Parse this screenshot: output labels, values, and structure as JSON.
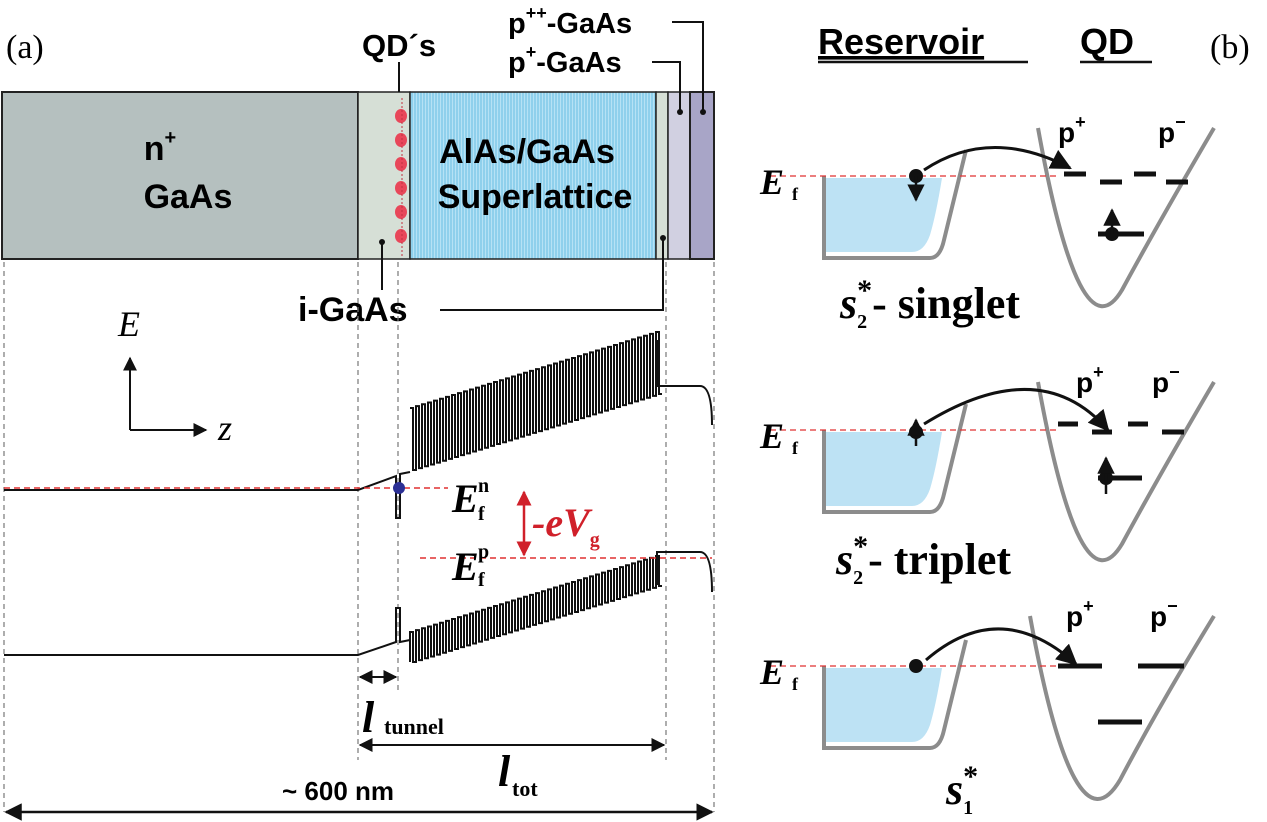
{
  "panel_a": {
    "label": "(a)",
    "layers": {
      "n_gaas_line1": "n",
      "n_gaas_sup": "+",
      "n_gaas_line2": "GaAs",
      "superlattice_line1": "AlAs/GaAs",
      "superlattice_line2": "Superlattice",
      "qds": "QD´s",
      "i_gaas": "i-GaAs",
      "p_plus_p": "p",
      "p_plus_sup": "+",
      "p_plus_rest": "-GaAs",
      "p_pp_p": "p",
      "p_pp_sup": "++",
      "p_pp_rest": "-GaAs"
    },
    "axes": {
      "e": "E",
      "z": "z"
    },
    "band": {
      "ef_n": "E",
      "ef_n_sub": "f",
      "ef_n_sup": "n",
      "ef_p": "E",
      "ef_p_sub": "f",
      "ef_p_sup": "p",
      "voltage_prefix": "-e",
      "voltage_v": "V",
      "voltage_sub": "g"
    },
    "dimensions": {
      "l_tunnel": "l",
      "l_tunnel_sub": "tunnel",
      "l_tot": "l",
      "l_tot_sub": "tot",
      "total": "~ 600 nm"
    }
  },
  "panel_b": {
    "label": "(b)",
    "reservoir": "Reservoir",
    "qd": "QD",
    "ef": "E",
    "ef_sub": "f",
    "p_plus_p": "p",
    "p_plus_sup": "+",
    "p_minus_p": "p",
    "p_minus_sup": "−",
    "states": [
      {
        "s": "s",
        "sub": "2",
        "star": "*",
        "suffix": "- singlet"
      },
      {
        "s": "s",
        "sub": "2",
        "star": "*",
        "suffix": "- triplet"
      },
      {
        "s": "s",
        "sub": "1",
        "star": "*",
        "suffix": ""
      }
    ]
  },
  "colors": {
    "n_gaas": "#b5c0bf",
    "i_gaas": "#d6dfd6",
    "superlattice": "#8fd0ec",
    "p_plus": "#d1d0e1",
    "p_plusplus": "#a8a5c7",
    "qd_dots": "#e8475a",
    "fermi_dash": "#e03030",
    "voltage": "#d0202a",
    "reservoir_fill": "#bde2f4",
    "qd_point": "#2b2f94",
    "parabola": "#8c8c8c"
  }
}
